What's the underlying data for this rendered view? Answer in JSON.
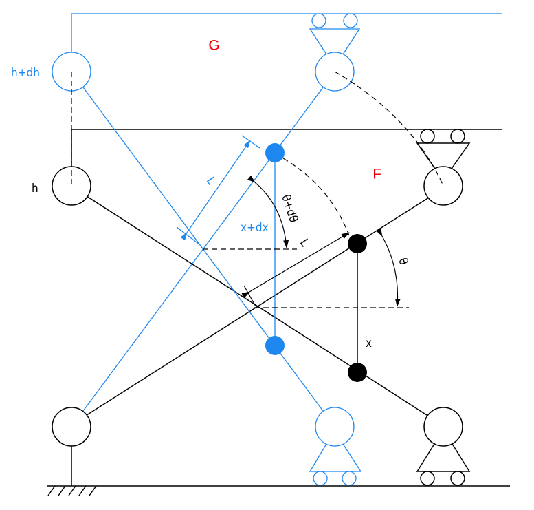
{
  "labels": {
    "h_plus_dh": "h+dh",
    "h": "h",
    "G": "G",
    "F": "F",
    "L_blue": "L",
    "L_black": "L",
    "theta_plus_dtheta": "θ+dθ",
    "x_plus_dx": "x+dx",
    "theta": "θ",
    "x": "x"
  },
  "colors": {
    "blue": "#1e88f0",
    "black": "#000000",
    "force": "#e8000b"
  }
}
